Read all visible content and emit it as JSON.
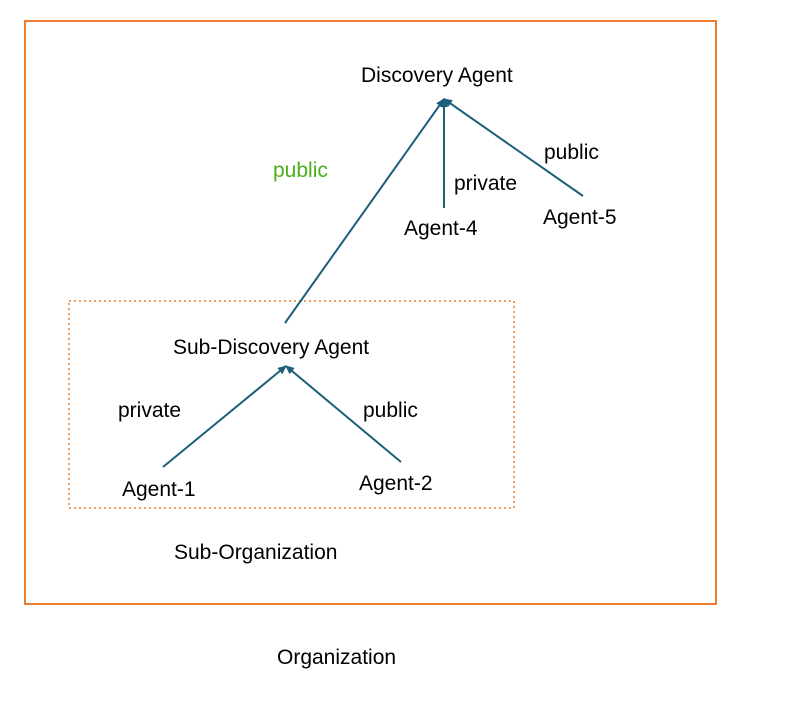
{
  "colors": {
    "organization_border": "#ed7d31",
    "suborg_border": "#ed7d31",
    "edge": "#1d5f7a",
    "text": "#000000",
    "public_highlight": "#4caf1a"
  },
  "organization": {
    "label": "Organization"
  },
  "sub_organization": {
    "label": "Sub-Organization"
  },
  "nodes": {
    "discovery_agent": "Discovery Agent",
    "sub_discovery_agent": "Sub-Discovery Agent",
    "agent_1": "Agent-1",
    "agent_2": "Agent-2",
    "agent_4": "Agent-4",
    "agent_5": "Agent-5"
  },
  "edges": {
    "sub_discovery_to_discovery": "public",
    "agent_4_to_discovery": "private",
    "agent_5_to_discovery": "public",
    "agent_1_to_sub_discovery": "private",
    "agent_2_to_sub_discovery": "public"
  }
}
